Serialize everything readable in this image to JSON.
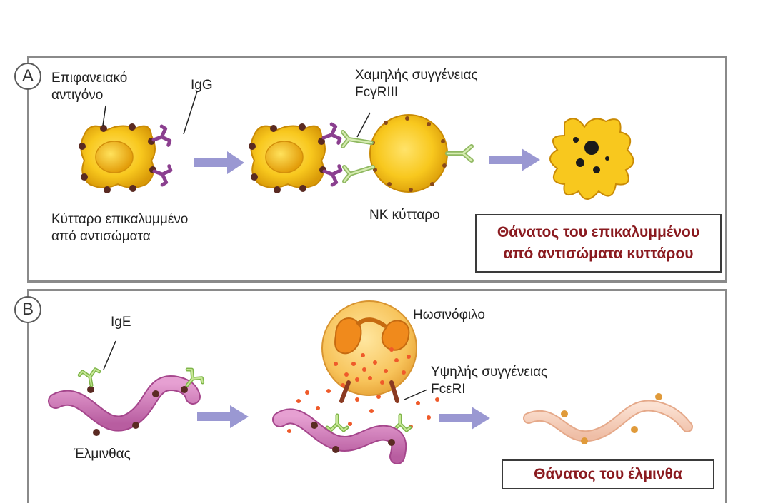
{
  "panel_a": {
    "letter": "A",
    "surface_antigen": [
      "Επιφανειακό",
      "αντιγόνο"
    ],
    "igg": "IgG",
    "coated_cell": [
      "Κύτταρο επικαλυμμένο",
      "από αντισώματα"
    ],
    "low_affinity": [
      "Χαμηλής συγγένειας",
      "FcγRIII"
    ],
    "nk_cell": "NK κύτταρο",
    "result": [
      "Θάνατος του επικαλυμμένου",
      "από αντισώματα κυττάρου"
    ]
  },
  "panel_b": {
    "letter": "B",
    "ige": "IgE",
    "helminth": "Έλμινθας",
    "eosinophil": "Ηωσινόφιλο",
    "high_affinity": [
      "Υψηλής συγγένειας",
      "FcεRI"
    ],
    "result": "Θάνατος του έλμινθα"
  },
  "colors": {
    "cell_yellow": "#f5c21a",
    "antibody_igg": "#8b3f8f",
    "antibody_ige": "#a9d46a",
    "nk_receptor": "#cfe6a0",
    "worm_pink": "#d986c0",
    "arrow": "#9a98d2",
    "result_text": "#8a1a1f",
    "eosinophil_dots": "#ef5a2a"
  }
}
